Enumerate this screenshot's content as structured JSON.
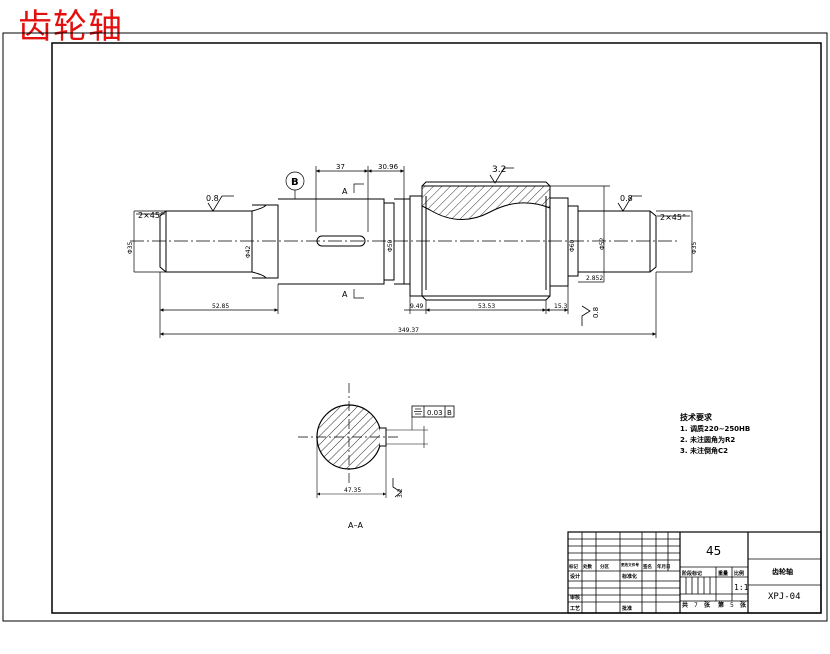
{
  "title_overlay": "齿轮轴",
  "dimensions": {
    "d37": "37",
    "d3096": "30.96",
    "d3p2": "3.2",
    "rough_left": "0.8",
    "rough_right": "0.8",
    "rough_vert": "0.8",
    "rough_section": "3.2",
    "chamfer_left": "2×45°",
    "chamfer_right": "2×45°",
    "d5285": "52.85",
    "d949": "9.49",
    "d5353": "53.53",
    "d153": "15.3",
    "d2852": "2.852",
    "d34937": "349.37",
    "d4735": "47.35",
    "phi_left": "Φ35",
    "phi_a": "Φ42",
    "phi_b": "Φ50",
    "phi_c": "Φ60",
    "phi_d": "Φ52",
    "phi_right": "Φ35",
    "section_a": "A",
    "datum_b": "B",
    "tol_value": "0.03",
    "tol_datum": "B",
    "section_label": "A–A"
  },
  "tech": {
    "heading": "技术要求",
    "items": [
      "1. 调质220~250HB",
      "2. 未注圆角为R2",
      "3. 未注倒角C2"
    ]
  },
  "titleblock": {
    "material": "45",
    "part_name": "齿轮轴",
    "drawing_no": "XPJ-04",
    "scale_label": "比例",
    "scale_value": "1:1",
    "weight_label": "重量",
    "stage_label": "阶段标记",
    "total_label": "共",
    "total_n": "7",
    "sheet_label": "张",
    "page_label": "第",
    "page_n": "5",
    "row_labels": [
      "标记",
      "处数",
      "分区",
      "更改文件号",
      "签名",
      "年月日"
    ],
    "design": "设计",
    "standard": "标准化",
    "review": "审核",
    "process": "工艺",
    "approve": "批准"
  }
}
